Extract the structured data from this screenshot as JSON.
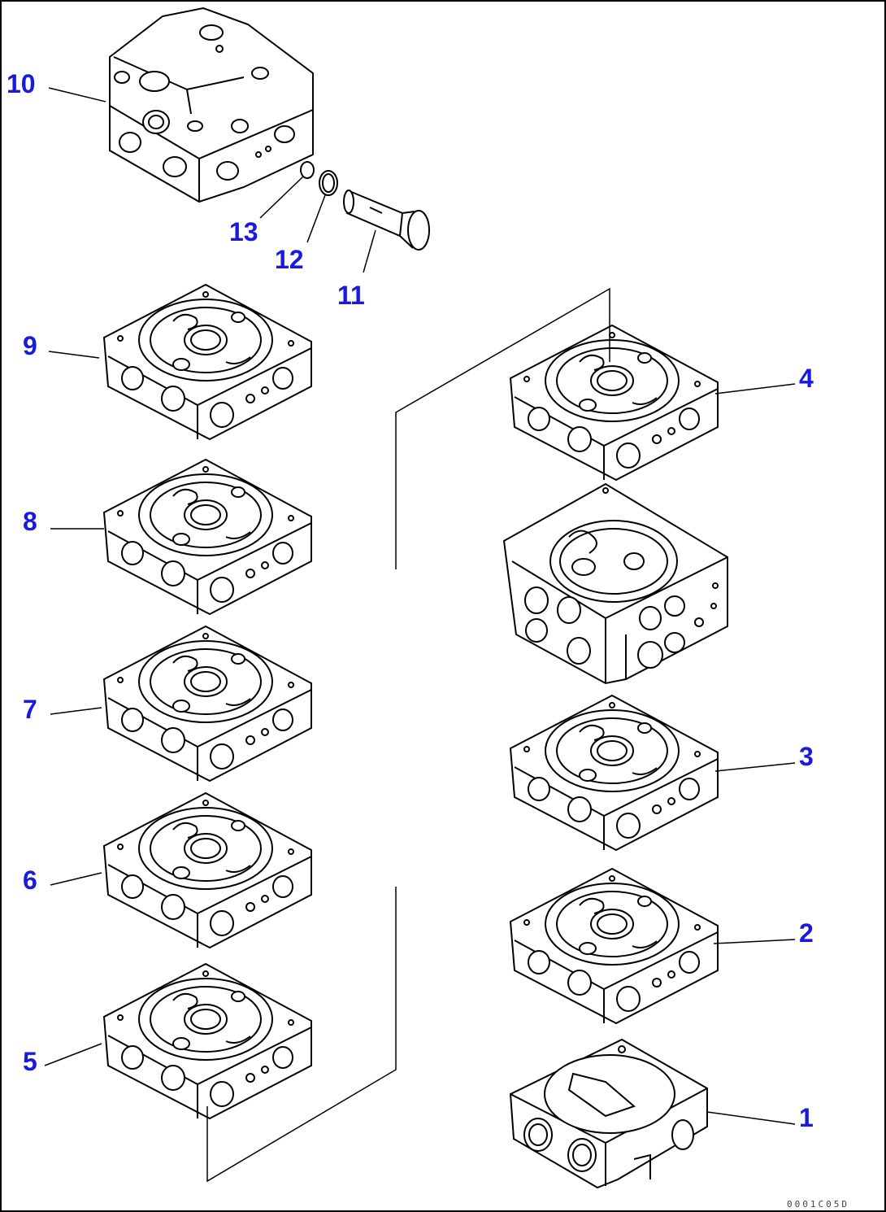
{
  "diagram": {
    "callout_color": "#1a1adf",
    "line_color": "#000000",
    "drawing_code": "0001C05D",
    "callouts": [
      "1",
      "2",
      "3",
      "4",
      "5",
      "6",
      "7",
      "8",
      "9",
      "10",
      "11",
      "12",
      "13"
    ]
  }
}
